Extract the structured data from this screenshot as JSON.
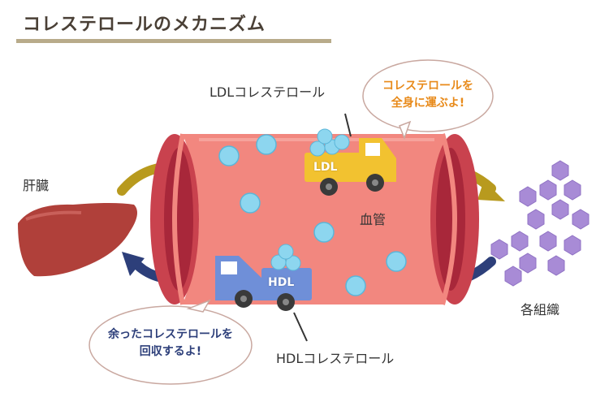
{
  "title": "コレステロールのメカニズム",
  "labels": {
    "liver": "肝臓",
    "vessel": "血管",
    "tissues": "各組織",
    "ldl": "LDLコレステロール",
    "hdl": "HDLコレステロール"
  },
  "bubbles": {
    "ldl": [
      "コレステロールを",
      "全身に運ぶよ!"
    ],
    "hdl": [
      "余ったコレステロールを",
      "回収するよ!"
    ]
  },
  "trucks": {
    "ldl": "LDL",
    "hdl": "HDL"
  },
  "colors": {
    "ldl_truck": "#f2c230",
    "hdl_truck": "#6f8fd8",
    "arrow_ldl": "#b89a1e",
    "arrow_hdl": "#2d3f7a",
    "vessel": "#f2877f",
    "tissue": "#a88bd6",
    "liver": "#b0403a"
  }
}
